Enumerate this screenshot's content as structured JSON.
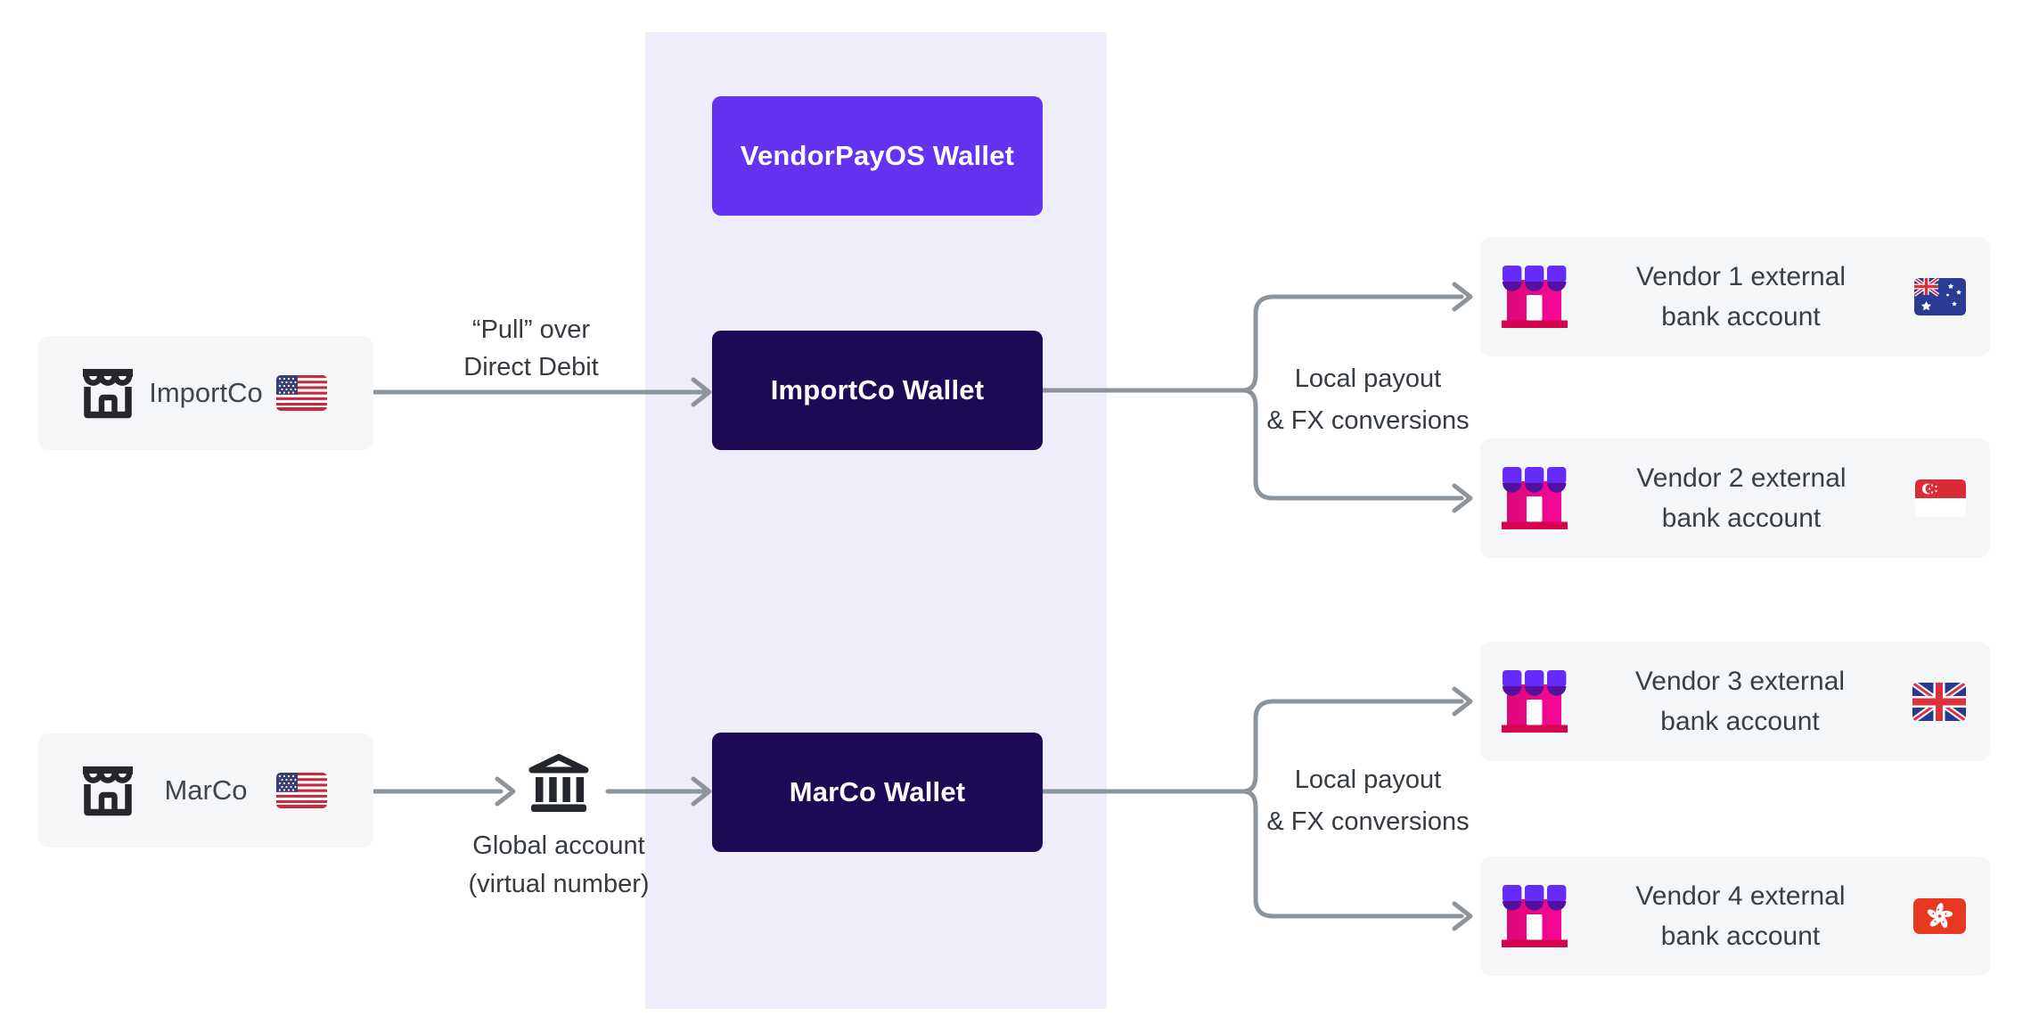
{
  "diagram": {
    "wallets": {
      "platform_label": "VendorPayOS Wallet",
      "importco_label": "ImportCo Wallet",
      "marco_label": "MarCo Wallet"
    },
    "companies": [
      {
        "name": "ImportCo",
        "flag": "United States",
        "icon": "storefront-icon"
      },
      {
        "name": "MarCo",
        "flag": "United States",
        "icon": "storefront-icon"
      }
    ],
    "labels": {
      "pull_line1": "“Pull” over",
      "pull_line2": "Direct Debit",
      "global_line1": "Global account",
      "global_line2": "(virtual number)",
      "payout_line1": "Local payout",
      "payout_line2": "& FX conversions"
    },
    "vendors": [
      {
        "line1": "Vendor 1 external",
        "line2": "bank account",
        "flag": "Australia"
      },
      {
        "line1": "Vendor 2 external",
        "line2": "bank account",
        "flag": "Singapore"
      },
      {
        "line1": "Vendor 3 external",
        "line2": "bank account",
        "flag": "United Kingdom"
      },
      {
        "line1": "Vendor 4 external",
        "line2": "bank account",
        "flag": "Hong Kong"
      }
    ],
    "colors": {
      "platform_column": "#EFECFB",
      "wallet_purple": "#6432F1",
      "wallet_dark": "#1D0A55",
      "card_gray": "#F5F6F7",
      "arrow_gray": "#8C959C",
      "text_dark": "#363B41",
      "vendor_pink": "#E9078A",
      "vendor_violet": "#652BF8"
    }
  }
}
